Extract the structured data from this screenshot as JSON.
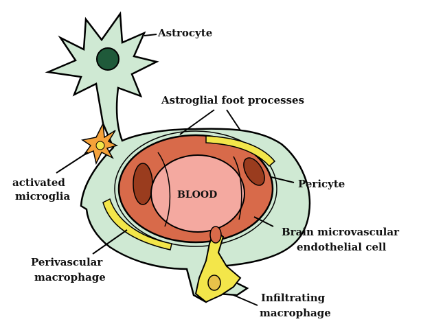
{
  "labels": {
    "astrocyte": "Astrocyte",
    "foot_processes": "Astroglial foot processes",
    "activated_microglia_1": "activated",
    "activated_microglia_2": "microglia",
    "blood": "BLOOD",
    "pericyte": "Pericyte",
    "endothelial_1": "Brain microvascular",
    "endothelial_2": "endothelial cell",
    "perivascular_1": "Perivascular",
    "perivascular_2": "macrophage",
    "infiltrating_1": "Infiltrating",
    "infiltrating_2": "macrophage"
  },
  "colors": {
    "astrocyte_fill": "#cfe9d3",
    "nucleus": "#1f5a3a",
    "vessel_outer": "#d86a4a",
    "vessel_lumen": "#f4a9a0",
    "endothelial_dark": "#9a3c1e",
    "cell_yellow": "#f3e64a",
    "microglia_orange": "#f5a23a",
    "outline": "#000000"
  }
}
